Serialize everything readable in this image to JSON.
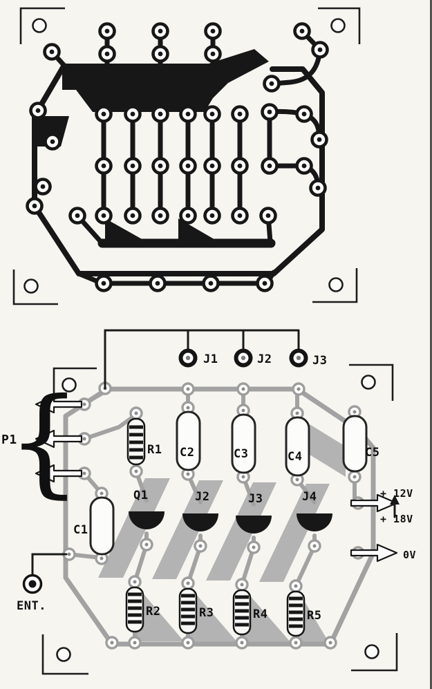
{
  "page": {
    "description": "Printed circuit board layout diagram: copper solder-side view on top, component placement view below"
  },
  "colors": {
    "paper": "#f6f5f0",
    "copper_trace": "#171717",
    "component_trace": "#a2a2a2",
    "ground_fill": "#b3b3b3",
    "ink": "#101010"
  },
  "labels": {
    "jumpers": {
      "j1": "J1",
      "j2": "J2",
      "j3": "J3"
    },
    "input": {
      "p1": "P1",
      "brace": "{",
      "ent": "ENT."
    },
    "capacitors": {
      "c1": "C1",
      "c2": "C2",
      "c3": "C3",
      "c4": "C4",
      "c5": "C5"
    },
    "resistors": {
      "r1": "R1",
      "r2": "R2",
      "r3": "R3",
      "r4": "R4",
      "r5": "R5"
    },
    "transistors": {
      "t1": "Q1",
      "t2": "J2",
      "t3": "J3",
      "t4": "J4"
    },
    "power": {
      "v12": "+ 12V",
      "v18": "+ 18V",
      "v0": "0V"
    }
  }
}
